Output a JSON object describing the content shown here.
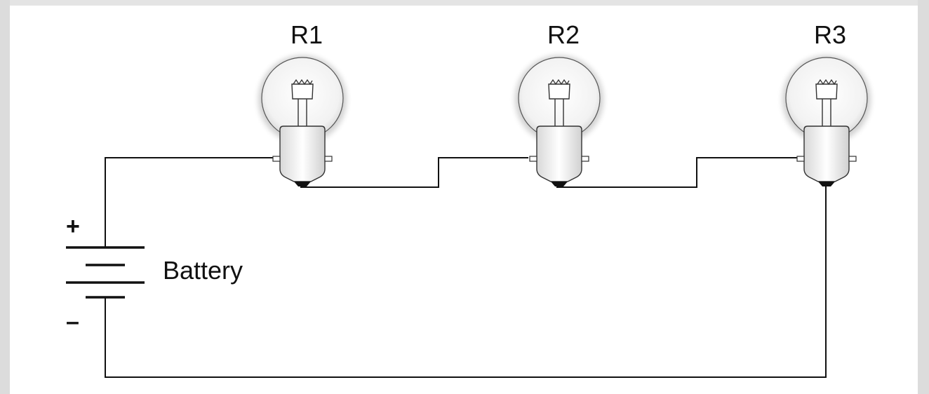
{
  "bulbs": [
    {
      "label": "R1"
    },
    {
      "label": "R2"
    },
    {
      "label": "R3"
    }
  ],
  "battery": {
    "label": "Battery",
    "positive": "+",
    "negative": "–"
  },
  "colors": {
    "wire": "#111111",
    "background": "#ffffff",
    "glass": "#f6f6f6"
  }
}
